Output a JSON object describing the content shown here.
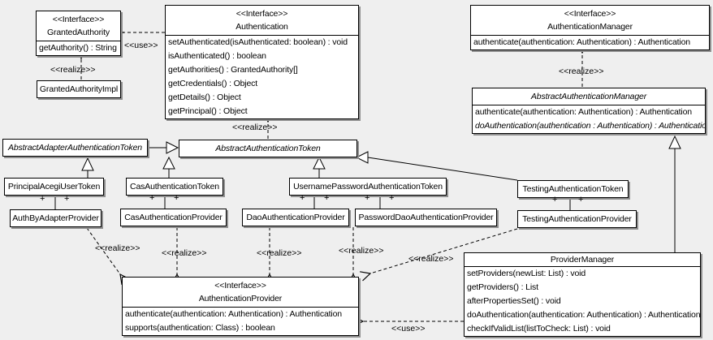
{
  "colors": {
    "background": "#efefef",
    "box_fill": "#ffffff",
    "box_border": "#000000",
    "box_shadow": "#8f8f8f",
    "line": "#000000",
    "text": "#000000"
  },
  "labels": {
    "use": "<<use>>",
    "realize": "<<realize>>",
    "plus": "+"
  },
  "classes": {
    "granted_authority": {
      "stereotype": "<<Interface>>",
      "name": "GrantedAuthority",
      "methods": [
        "getAuthority() : String"
      ]
    },
    "granted_authority_impl": {
      "name": "GrantedAuthorityImpl"
    },
    "authentication": {
      "stereotype": "<<Interface>>",
      "name": "Authentication",
      "methods": [
        "setAuthenticated(isAuthenticated: boolean) : void",
        "isAuthenticated() : boolean",
        "getAuthorities() : GrantedAuthority[]",
        "getCredentials() : Object",
        "getDetails() : Object",
        "getPrincipal() : Object"
      ]
    },
    "authentication_manager": {
      "stereotype": "<<Interface>>",
      "name": "AuthenticationManager",
      "methods": [
        "authenticate(authentication: Authentication) : Authentication"
      ]
    },
    "abstract_authentication_manager": {
      "name": "AbstractAuthenticationManager",
      "abstract": true,
      "methods": [
        "authenticate(authentication: Authentication) : Authentication",
        "doAuthentication(authentication : Authentication) : Authentication"
      ]
    },
    "abstract_adapter_authentication_token": {
      "name": "AbstractAdapterAuthenticationToken",
      "abstract": true
    },
    "abstract_authentication_token": {
      "name": "AbstractAuthenticationToken",
      "abstract": true
    },
    "principal_acegi_user_token": {
      "name": "PrincipalAcegiUserToken"
    },
    "cas_authentication_token": {
      "name": "CasAuthenticationToken"
    },
    "username_password_authentication_token": {
      "name": "UsernamePasswordAuthenticationToken"
    },
    "testing_authentication_token": {
      "name": "TestingAuthenticationToken"
    },
    "auth_by_adapter_provider": {
      "name": "AuthByAdapterProvider"
    },
    "cas_authentication_provider": {
      "name": "CasAuthenticationProvider"
    },
    "dao_authentication_provider": {
      "name": "DaoAuthenticationProvider"
    },
    "password_dao_authentication_provider": {
      "name": "PasswordDaoAuthenticationProvider"
    },
    "testing_authentication_provider": {
      "name": "TestingAuthenticationProvider"
    },
    "authentication_provider": {
      "stereotype": "<<Interface>>",
      "name": "AuthenticationProvider",
      "methods": [
        "authenticate(authentication: Authentication) : Authentication",
        "supports(authentication: Class) : boolean"
      ]
    },
    "provider_manager": {
      "name": "ProviderManager",
      "methods": [
        "setProviders(newList: List) : void",
        "getProviders() : List",
        "afterPropertiesSet() : void",
        "doAuthentication(authentication: Authentication) : Authentication",
        "checkIfValidList(listToCheck: List) : void"
      ]
    }
  },
  "relationships": [
    {
      "from": "Authentication",
      "to": "GrantedAuthority",
      "type": "use"
    },
    {
      "from": "GrantedAuthorityImpl",
      "to": "GrantedAuthority",
      "type": "realize"
    },
    {
      "from": "AbstractAuthenticationToken",
      "to": "Authentication",
      "type": "realize"
    },
    {
      "from": "AbstractAuthenticationManager",
      "to": "AuthenticationManager",
      "type": "realize"
    },
    {
      "from": "AbstractAdapterAuthenticationToken",
      "to": "AbstractAuthenticationToken",
      "type": "generalization"
    },
    {
      "from": "PrincipalAcegiUserToken",
      "to": "AbstractAdapterAuthenticationToken",
      "type": "generalization"
    },
    {
      "from": "CasAuthenticationToken",
      "to": "AbstractAuthenticationToken",
      "type": "generalization"
    },
    {
      "from": "UsernamePasswordAuthenticationToken",
      "to": "AbstractAuthenticationToken",
      "type": "generalization"
    },
    {
      "from": "TestingAuthenticationToken",
      "to": "AbstractAuthenticationToken",
      "type": "generalization"
    },
    {
      "from": "ProviderManager",
      "to": "AbstractAuthenticationManager",
      "type": "generalization"
    },
    {
      "from": "PrincipalAcegiUserToken",
      "to": "AuthByAdapterProvider",
      "type": "association"
    },
    {
      "from": "CasAuthenticationToken",
      "to": "CasAuthenticationProvider",
      "type": "association"
    },
    {
      "from": "UsernamePasswordAuthenticationToken",
      "to": "DaoAuthenticationProvider",
      "type": "association"
    },
    {
      "from": "UsernamePasswordAuthenticationToken",
      "to": "PasswordDaoAuthenticationProvider",
      "type": "association"
    },
    {
      "from": "TestingAuthenticationToken",
      "to": "TestingAuthenticationProvider",
      "type": "association"
    },
    {
      "from": "AuthByAdapterProvider",
      "to": "AuthenticationProvider",
      "type": "realize"
    },
    {
      "from": "CasAuthenticationProvider",
      "to": "AuthenticationProvider",
      "type": "realize"
    },
    {
      "from": "DaoAuthenticationProvider",
      "to": "AuthenticationProvider",
      "type": "realize"
    },
    {
      "from": "PasswordDaoAuthenticationProvider",
      "to": "AuthenticationProvider",
      "type": "realize"
    },
    {
      "from": "TestingAuthenticationProvider",
      "to": "AuthenticationProvider",
      "type": "realize"
    },
    {
      "from": "ProviderManager",
      "to": "AuthenticationProvider",
      "type": "use"
    }
  ]
}
